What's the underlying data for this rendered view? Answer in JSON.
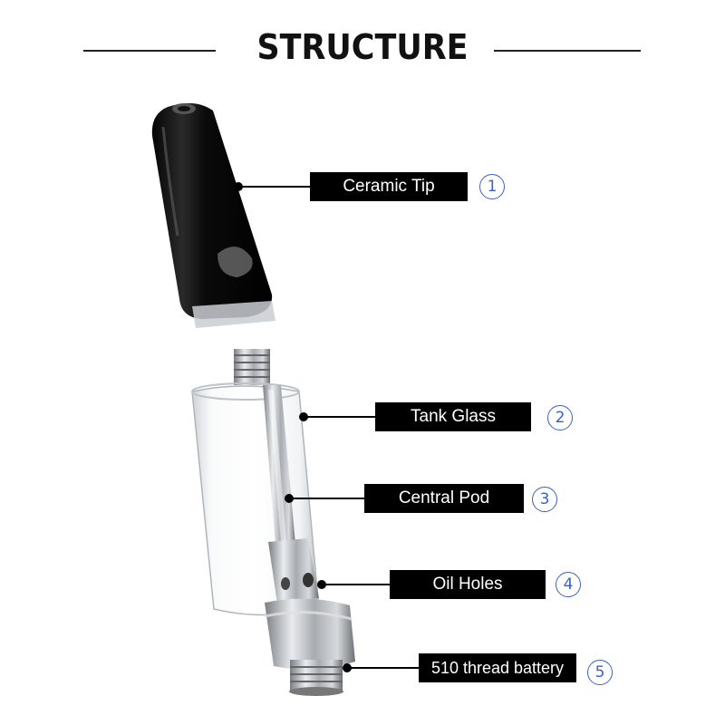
{
  "title": "STRUCTURE",
  "colors": {
    "label_bg": "#000000",
    "label_text": "#ffffff",
    "number_ring": "#3a62c4"
  },
  "parts": [
    {
      "label": "Ceramic Tip",
      "number": "1"
    },
    {
      "label": "Tank Glass",
      "number": "2"
    },
    {
      "label": "Central Pod",
      "number": "3"
    },
    {
      "label": "Oil Holes",
      "number": "4"
    },
    {
      "label": "510 thread battery",
      "number": "5"
    }
  ]
}
